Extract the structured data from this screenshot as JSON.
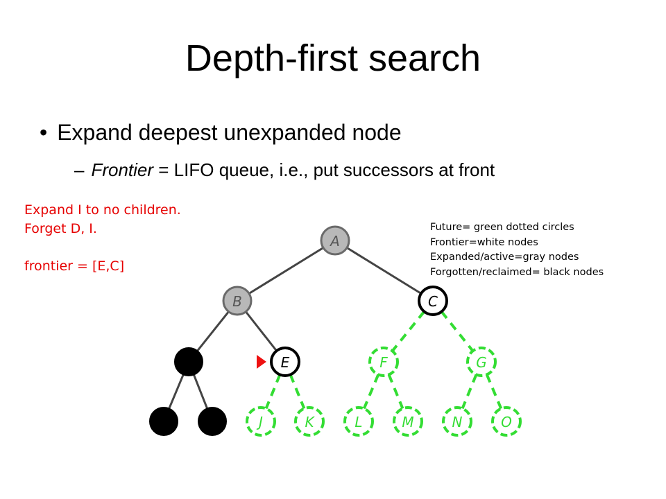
{
  "slide": {
    "title": "Depth-first search",
    "bullet_marker": "•",
    "bullet": "Expand deepest unexpanded node",
    "sub_marker": "–",
    "sub_italic": "Frontier",
    "sub_rest": " = LIFO queue, i.e., put successors at front"
  },
  "note": {
    "line1": "Expand I to no children.",
    "line2": "Forget D, I.",
    "line3": "frontier = [E,C]"
  },
  "legend": {
    "line1": "Future= green dotted circles",
    "line2": "Frontier=white nodes",
    "line3": "Expanded/active=gray nodes",
    "line4": "Forgotten/reclaimed= black nodes"
  },
  "colors": {
    "future": "#33dd33",
    "frontier": "#ffffff",
    "expanded": "#b8b8b8",
    "forgotten": "#000000",
    "note_text": "#e60000",
    "pointer": "#ee1111"
  },
  "tree": {
    "nodes": [
      {
        "id": "A",
        "label": "A",
        "state": "expanded"
      },
      {
        "id": "B",
        "label": "B",
        "state": "expanded"
      },
      {
        "id": "C",
        "label": "C",
        "state": "frontier"
      },
      {
        "id": "D",
        "label": "",
        "state": "forgotten"
      },
      {
        "id": "E",
        "label": "E",
        "state": "frontier"
      },
      {
        "id": "F",
        "label": "F",
        "state": "future"
      },
      {
        "id": "G",
        "label": "G",
        "state": "future"
      },
      {
        "id": "H",
        "label": "",
        "state": "forgotten"
      },
      {
        "id": "I",
        "label": "",
        "state": "forgotten"
      },
      {
        "id": "J",
        "label": "J",
        "state": "future"
      },
      {
        "id": "K",
        "label": "K",
        "state": "future"
      },
      {
        "id": "L",
        "label": "L",
        "state": "future"
      },
      {
        "id": "M",
        "label": "M",
        "state": "future"
      },
      {
        "id": "N",
        "label": "N",
        "state": "future"
      },
      {
        "id": "O",
        "label": "O",
        "state": "future"
      }
    ],
    "edges": [
      {
        "from": "A",
        "to": "B",
        "state": "solid"
      },
      {
        "from": "A",
        "to": "C",
        "state": "solid"
      },
      {
        "from": "B",
        "to": "D",
        "state": "solid"
      },
      {
        "from": "B",
        "to": "E",
        "state": "solid"
      },
      {
        "from": "C",
        "to": "F",
        "state": "future"
      },
      {
        "from": "C",
        "to": "G",
        "state": "future"
      },
      {
        "from": "D",
        "to": "H",
        "state": "solid"
      },
      {
        "from": "D",
        "to": "I",
        "state": "solid"
      },
      {
        "from": "E",
        "to": "J",
        "state": "future"
      },
      {
        "from": "E",
        "to": "K",
        "state": "future"
      },
      {
        "from": "F",
        "to": "L",
        "state": "future"
      },
      {
        "from": "F",
        "to": "M",
        "state": "future"
      },
      {
        "from": "G",
        "to": "N",
        "state": "future"
      },
      {
        "from": "G",
        "to": "O",
        "state": "future"
      }
    ],
    "current_pointer": "E"
  }
}
